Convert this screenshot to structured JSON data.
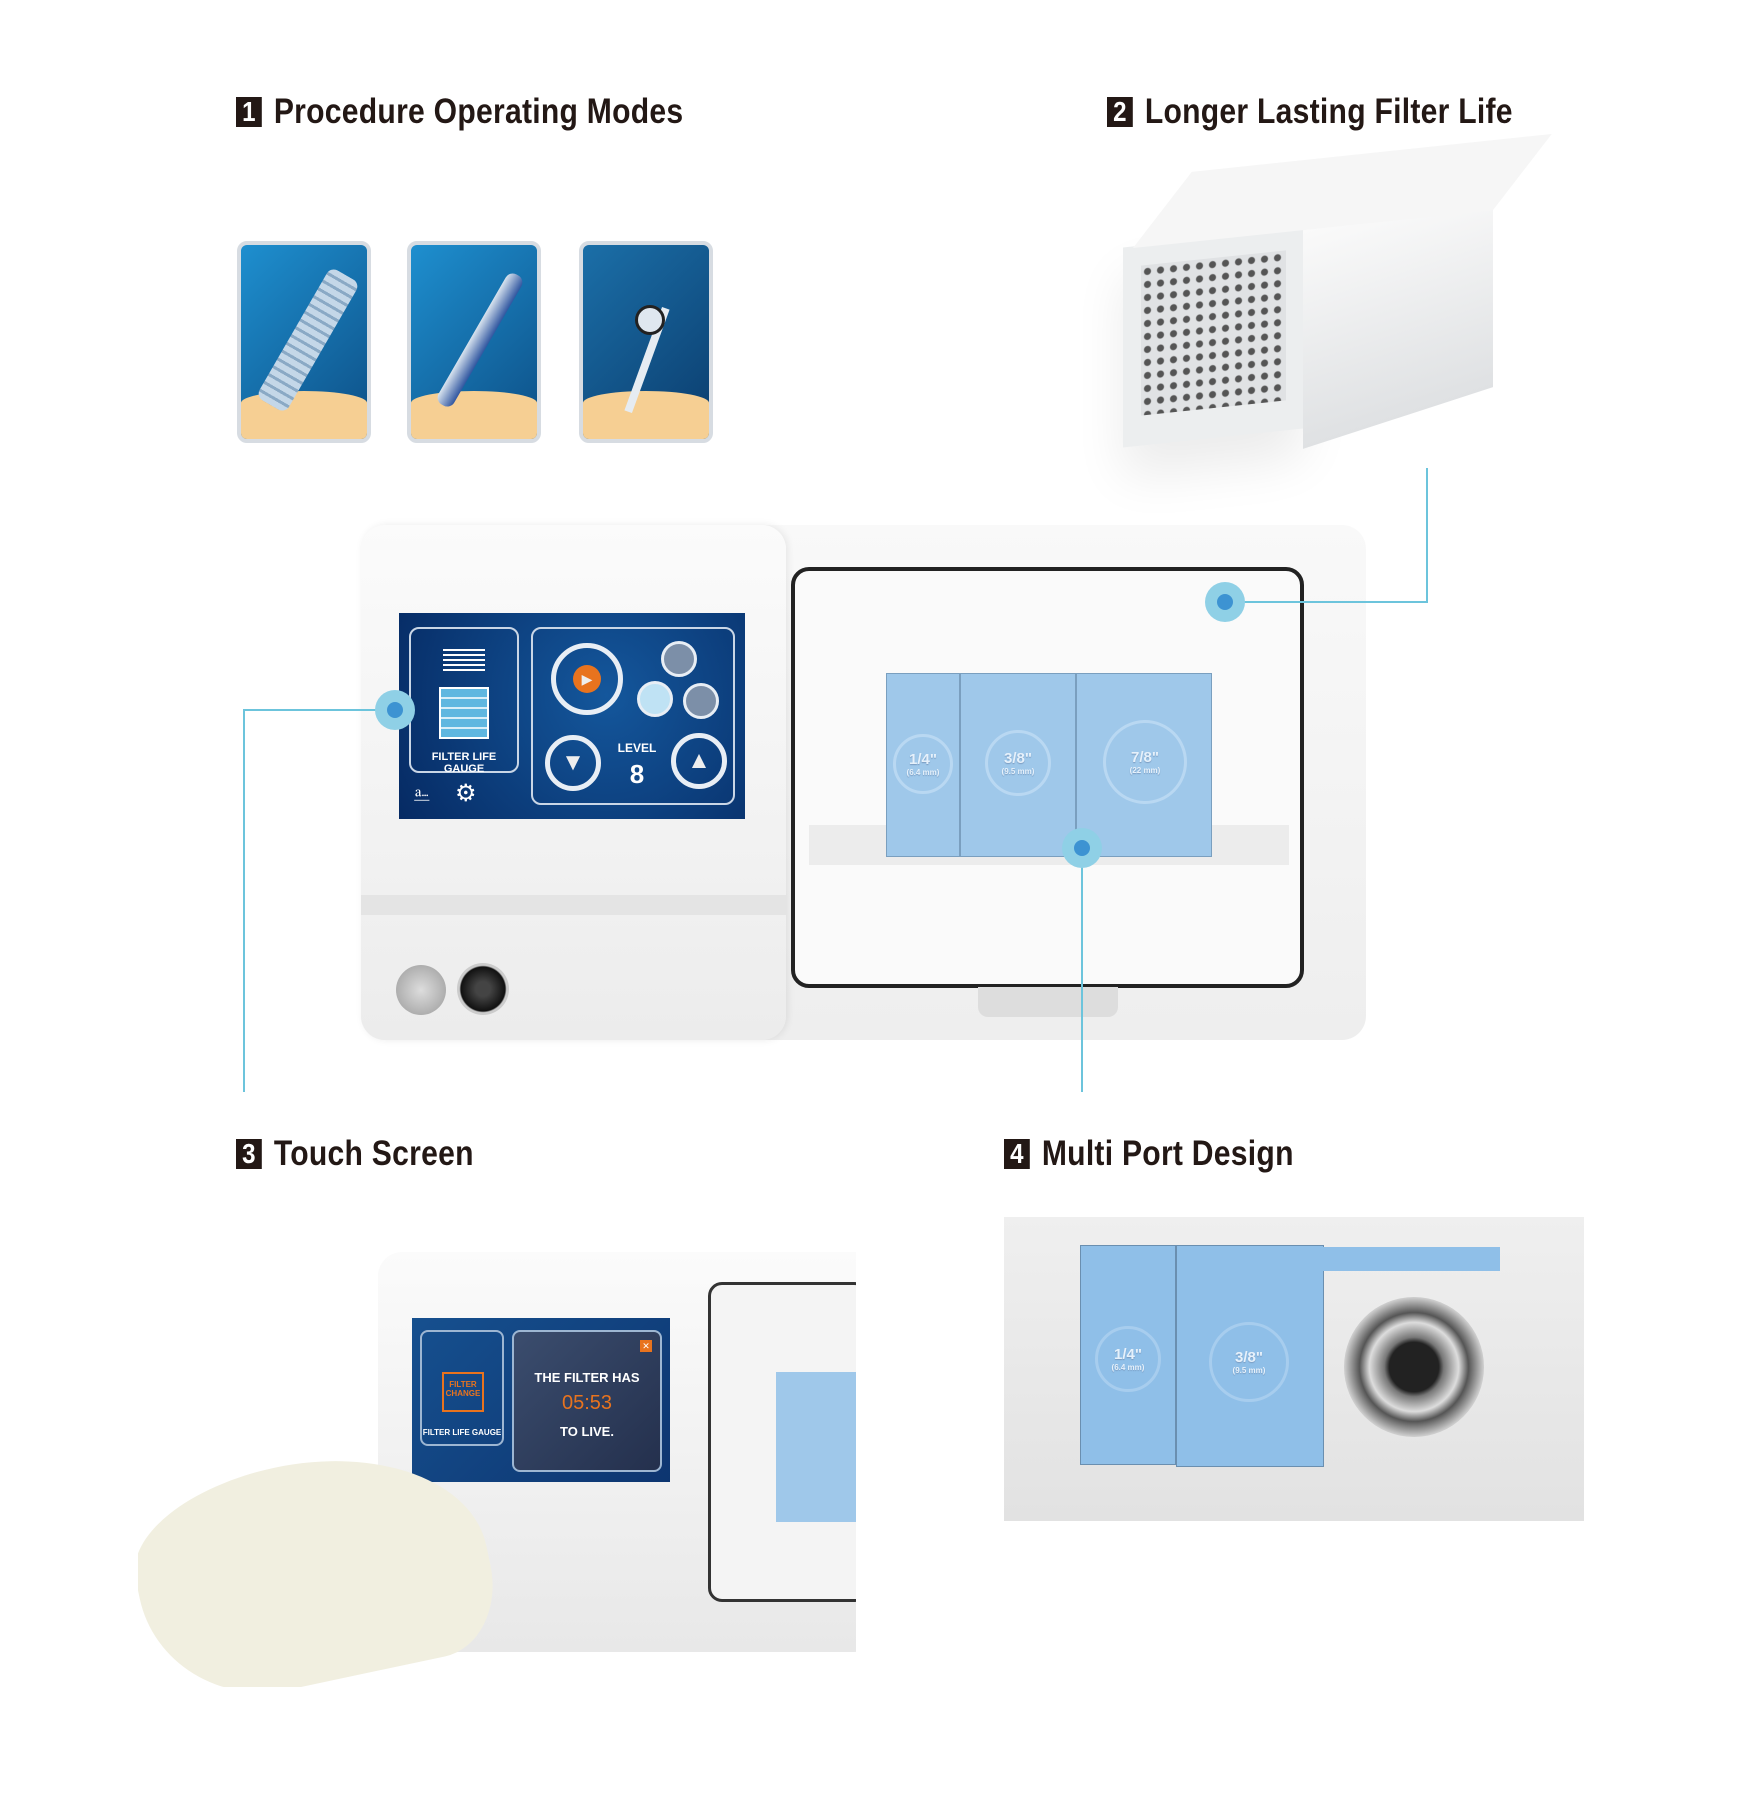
{
  "sections": [
    {
      "num": "1",
      "title": "Procedure Operating Modes"
    },
    {
      "num": "2",
      "title": "Longer Lasting Filter Life"
    },
    {
      "num": "3",
      "title": "Touch Screen"
    },
    {
      "num": "4",
      "title": "Multi Port Design"
    }
  ],
  "modes": [
    "hose-mode-icon",
    "pencil-mode-icon",
    "trocar-mode-icon"
  ],
  "screen": {
    "filter_label": "FILTER LIFE GAUGE",
    "level_label": "LEVEL",
    "level_value": "8"
  },
  "ports": [
    {
      "size": "1/4\"",
      "mm": "(6.4 mm)"
    },
    {
      "size": "3/8\"",
      "mm": "(9.5 mm)"
    },
    {
      "size": "7/8\"",
      "mm": "(22 mm)"
    }
  ],
  "touch": {
    "filter_label": "FILTER LIFE GAUGE",
    "change_label": "FILTER CHANGE",
    "msg_top": "THE FILTER HAS",
    "time": "05:53",
    "msg_bottom": "TO LIVE."
  },
  "colors": {
    "accent": "#6cc4dc",
    "screen": "#0a3a78",
    "port": "#9fc8ea",
    "orange": "#e8731e"
  }
}
